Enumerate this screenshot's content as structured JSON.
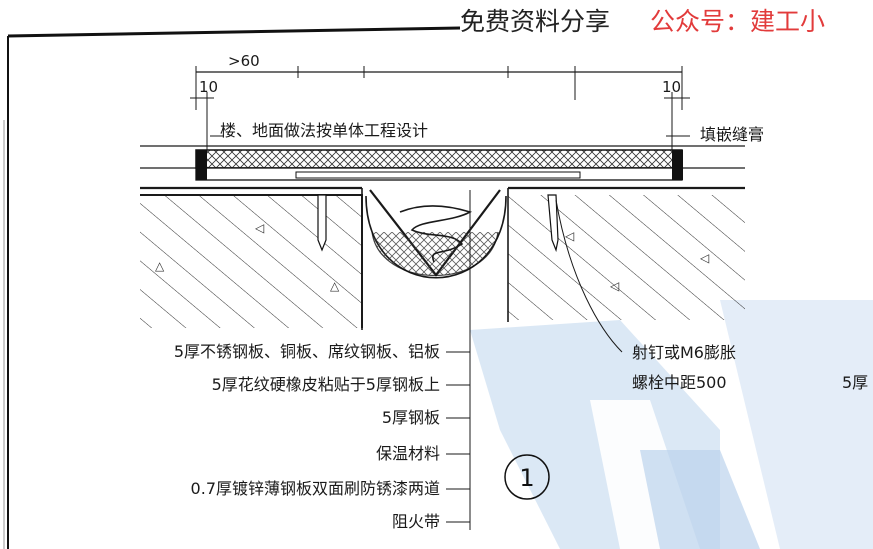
{
  "watermark": {
    "left_text": "免费资料分享",
    "right_text": "公众号：建工小"
  },
  "dimensions": {
    "left_top": ">60",
    "left_edge": "10",
    "right_edge": "10"
  },
  "labels": {
    "floor_method": "楼、地面做法按单体工程设计",
    "filler": "填嵌缝膏",
    "nail": "射钉或M6膨胀",
    "nail_line2": "螺栓中距500",
    "right_cut": "5厚",
    "items": [
      "5厚不锈钢板、铜板、席纹钢板、铝板",
      "5厚花纹硬橡皮粘贴于5厚钢板上",
      "5厚钢板",
      "保温材料",
      "0.7厚镀锌薄钢板双面刷防锈漆两道",
      "阻火带"
    ]
  },
  "detail_number": "1",
  "colors": {
    "watermark_red": "#e23b3b",
    "background_watermark": "#cfe0f2"
  }
}
